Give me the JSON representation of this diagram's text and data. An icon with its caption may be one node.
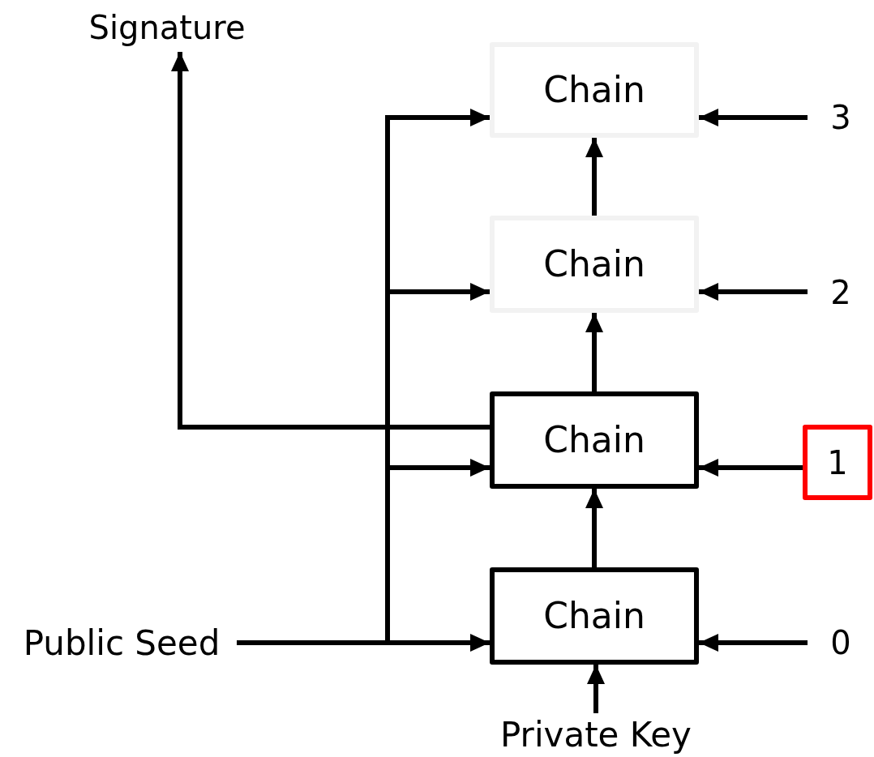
{
  "diagram": {
    "nodes": [
      {
        "text": [
          "Signature"
        ]
      },
      {
        "text": [
          "Chain"
        ]
      },
      {
        "text": [
          "3"
        ]
      },
      {
        "text": [
          "Chain"
        ]
      },
      {
        "text": [
          "2"
        ]
      },
      {
        "text": [
          "Chain"
        ]
      },
      {
        "text": [
          "1"
        ]
      },
      {
        "text": [
          "Public Seed"
        ]
      },
      {
        "text": [
          "Chain"
        ]
      },
      {
        "text": [
          "0"
        ]
      },
      {
        "text": [
          "Private Key"
        ]
      }
    ],
    "edges": [
      {
        "from": 7,
        "to": 8,
        "arrow": "to"
      },
      {
        "from": 7,
        "to": 5,
        "arrow": "to"
      },
      {
        "from": 7,
        "to": 3,
        "arrow": "to"
      },
      {
        "from": 7,
        "to": 1,
        "arrow": "to"
      },
      {
        "from": 5,
        "to": 0,
        "arrow": "to"
      },
      {
        "from": 8,
        "to": 5,
        "arrow": "to"
      },
      {
        "from": 5,
        "to": 3,
        "arrow": "to"
      },
      {
        "from": 3,
        "to": 1,
        "arrow": "to"
      },
      {
        "from": 2,
        "to": 1,
        "arrow": "to"
      },
      {
        "from": 4,
        "to": 3,
        "arrow": "to"
      },
      {
        "from": 6,
        "to": 5,
        "arrow": "to"
      },
      {
        "from": 9,
        "to": 8,
        "arrow": "to"
      },
      {
        "from": 10,
        "to": 8,
        "arrow": "to"
      }
    ]
  }
}
